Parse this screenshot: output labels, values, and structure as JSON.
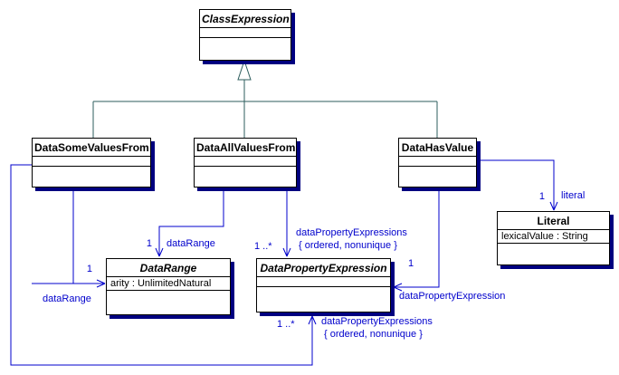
{
  "diagram_type": "uml-class-diagram",
  "classes": {
    "class_expression": {
      "name": "ClassExpression",
      "abstract": true,
      "attributes": []
    },
    "data_some_values_from": {
      "name": "DataSomeValuesFrom",
      "abstract": false,
      "attributes": []
    },
    "data_all_values_from": {
      "name": "DataAllValuesFrom",
      "abstract": false,
      "attributes": []
    },
    "data_has_value": {
      "name": "DataHasValue",
      "abstract": false,
      "attributes": []
    },
    "data_range": {
      "name": "DataRange",
      "abstract": true,
      "attribute": "arity : UnlimitedNatural"
    },
    "data_property_expression": {
      "name": "DataPropertyExpression",
      "abstract": true,
      "attributes": []
    },
    "literal": {
      "name": "Literal",
      "abstract": false,
      "attribute": "lexicalValue : String"
    }
  },
  "associations": {
    "all_to_data_range": {
      "multiplicity": "1",
      "role": "dataRange"
    },
    "all_to_dpe": {
      "multiplicity": "1 ..*",
      "role": "dataPropertyExpressions",
      "constraint": "{ ordered, nonunique }"
    },
    "has_value_to_dpe": {
      "multiplicity": "1",
      "role": "dataPropertyExpression"
    },
    "has_value_to_literal": {
      "multiplicity": "1",
      "role": "literal"
    },
    "some_to_data_range": {
      "multiplicity": "1",
      "role": "dataRange"
    },
    "some_to_dpe": {
      "multiplicity": "1 ..*",
      "role": "dataPropertyExpressions",
      "constraint": "{ ordered, nonunique }"
    }
  },
  "colors": {
    "association_line": "#0000cc",
    "generalization_line": "#2e5e5e",
    "box_shadow": "#000080",
    "box_border": "#000000",
    "label_text": "#0000cc"
  }
}
